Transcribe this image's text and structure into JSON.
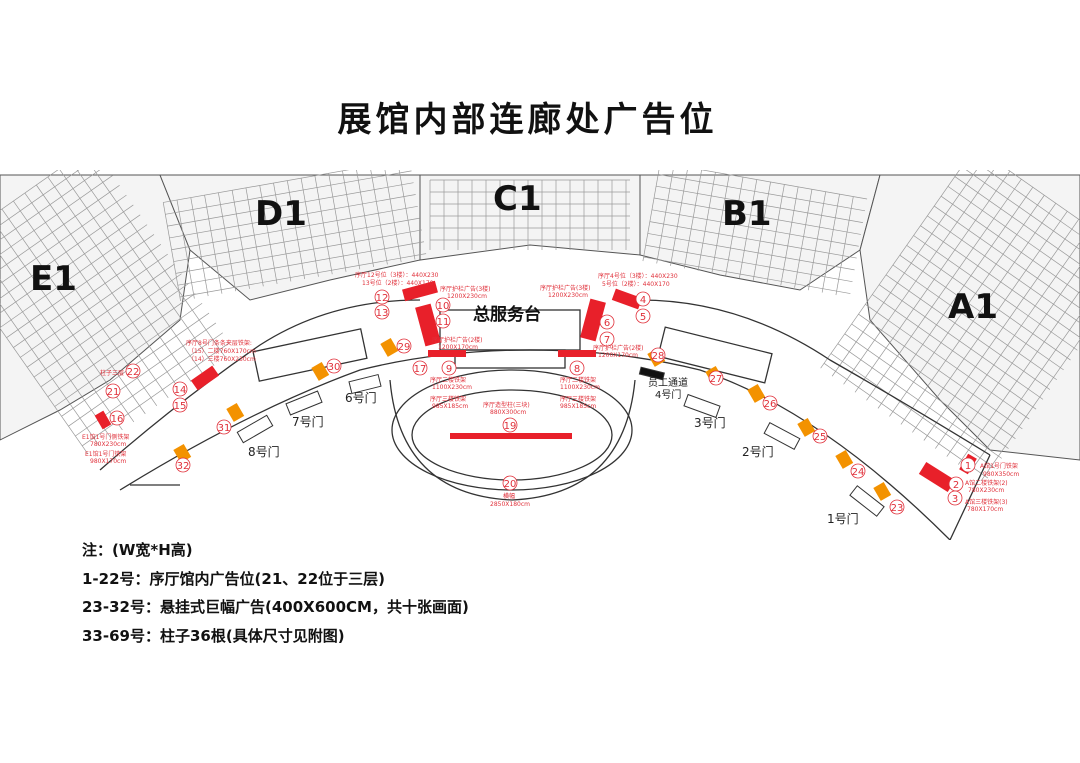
{
  "title": "展馆内部连廊处广告位",
  "halls": [
    "E1",
    "D1",
    "C1",
    "B1",
    "A1"
  ],
  "service_desk": "总服务台",
  "doors": {
    "d1": "1号门",
    "d2": "2号门",
    "d3": "3号门",
    "d4a": "员工通道",
    "d4b": "4号门",
    "d6": "6号门",
    "d7": "7号门",
    "d8": "8号门"
  },
  "ad_numbers": [
    "1",
    "2",
    "3",
    "4",
    "5",
    "6",
    "7",
    "8",
    "9",
    "10",
    "11",
    "12",
    "13",
    "14",
    "15",
    "16",
    "17",
    "19",
    "20",
    "21",
    "22",
    "23",
    "24",
    "25",
    "26",
    "27",
    "28",
    "29",
    "30",
    "31",
    "32"
  ],
  "captions": {
    "c12a": "序厅12号位（3楼）：440X230",
    "c12b": "13号位（2楼）：440X170",
    "c10a": "序厅护栏广告(3楼)",
    "c10b": "1200X230cm",
    "c6a": "序厅护栏广告(3楼)",
    "c6b": "1200X230cm",
    "c4a": "序厅4号位（3楼）：440X230",
    "c4b": "5号位（2楼）：440X170",
    "c9a": "序厅护栏广告(2楼)",
    "c9b": "1200X170cm",
    "c7a": "序厅护栏广告(2楼)",
    "c7b": "1200X170cm",
    "c9c": "序厅二楼铁架",
    "c9d": "1100X230cm",
    "c9e": "序厅三楼铁架",
    "c9f": "985X185cm",
    "c8c": "序厅二楼铁架",
    "c8d": "1100X230cm",
    "c8e": "序厅三楼铁架",
    "c8f": "985X185cm",
    "c19a": "序厅造型柱(三块)",
    "c19b": "880X300cm",
    "c20a": "横幅",
    "c20b": "2850X180cm",
    "c14a": "序厅8号门条条夹层铁架:",
    "c14b": "（15）二楼760X170cm",
    "c14c": "（14）三楼760X230cm",
    "c22": "柱子三层",
    "c16a": "E1馆1号门侧铁架",
    "c16b": "780X230cm",
    "c16c": "E1馆1号门铁架",
    "c16d": "980X170cm",
    "c1a": "A馆1号门铁架",
    "c1b": "980X350cm",
    "c2a": "A馆二楼铁架(2)",
    "c2b": "780X230cm",
    "c3a": "A馆三楼铁架(3)",
    "c3b": "780X170cm"
  },
  "notes": [
    "注：(W宽*H高)",
    "1-22号：序厅馆内广告位(21、22位于三层)",
    "23-32号：悬挂式巨幅广告(400X600CM，共十张画面)",
    "33-69号：柱子36根(具体尺寸见附图)"
  ],
  "colors": {
    "ad_red": "#e8202a",
    "banner_orange": "#f39200",
    "label_red": "#e0303a",
    "line": "#333333"
  }
}
